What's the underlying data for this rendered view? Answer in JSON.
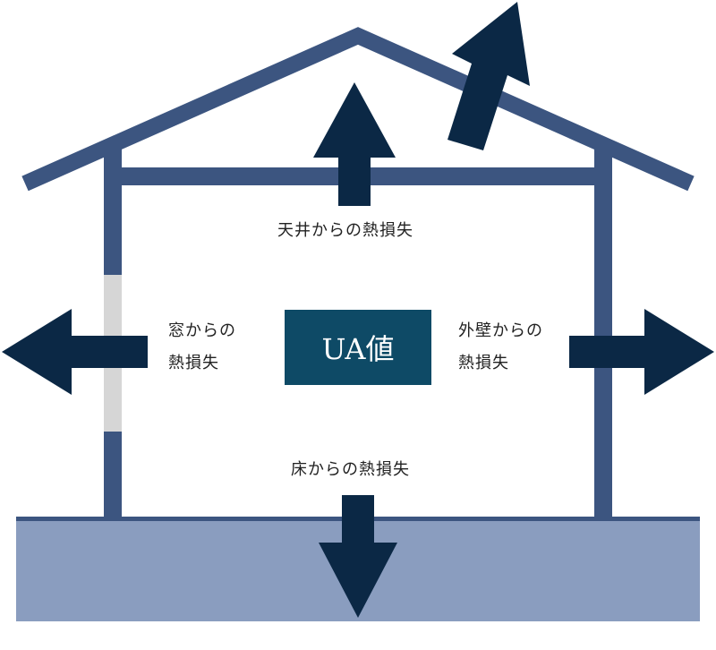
{
  "colors": {
    "frame": "#3c5580",
    "arrow": "#0b2845",
    "ground": "#8a9dbf",
    "ground_line": "#3c5580",
    "window": "#d6d6d6",
    "ua_box": "#0e4a66"
  },
  "center_label": "UA値",
  "labels": {
    "ceiling": "天井からの熱損失",
    "window_line1": "窓からの",
    "window_line2": "熱損失",
    "wall_line1": "外壁からの",
    "wall_line2": "熱損失",
    "floor": "床からの熱損失"
  }
}
